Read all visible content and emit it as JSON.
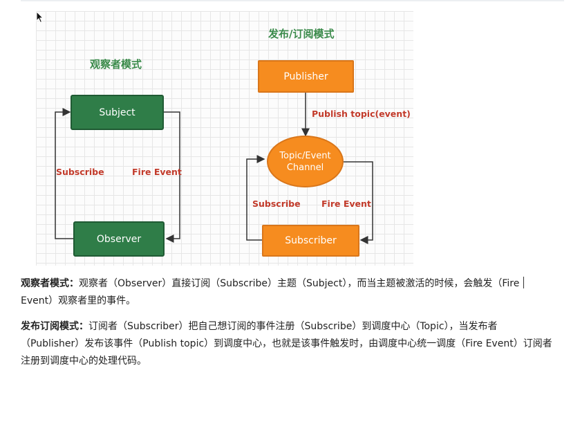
{
  "observer_pattern": {
    "title": "观察者模式",
    "subject": "Subject",
    "observer": "Observer",
    "subscribe": "Subscribe",
    "fire_event": "Fire Event"
  },
  "pubsub_pattern": {
    "title": "发布/订阅模式",
    "publisher": "Publisher",
    "publish_label": "Publish topic(event)",
    "channel_line1": "Topic/Event",
    "channel_line2": "Channel",
    "subscriber": "Subscriber",
    "subscribe": "Subscribe",
    "fire_event": "Fire Event"
  },
  "descriptions": {
    "observer_term": "观察者模式：",
    "observer_text_1": "观察者（Observer）直接订阅（Subscribe）主题（Subject），而当主题被激活的时候，会触发（Fire ",
    "observer_text_2": "Event）观察者里的事件。",
    "pubsub_term": "发布订阅模式：",
    "pubsub_text": "订阅者（Subscriber）把自己想订阅的事件注册（Subscribe）到调度中心（Topic），当发布者（Publisher）发布该事件（Publish topic）到调度中心，也就是该事件触发时，由调度中心统一调度（Fire Event）订阅者注册到调度中心的处理代码。"
  },
  "colors": {
    "green_node": "#2f7d48",
    "orange_node": "#f68c1f",
    "title_green": "#3a8a4a",
    "label_red": "#c23a2a",
    "arrow": "#333333"
  }
}
